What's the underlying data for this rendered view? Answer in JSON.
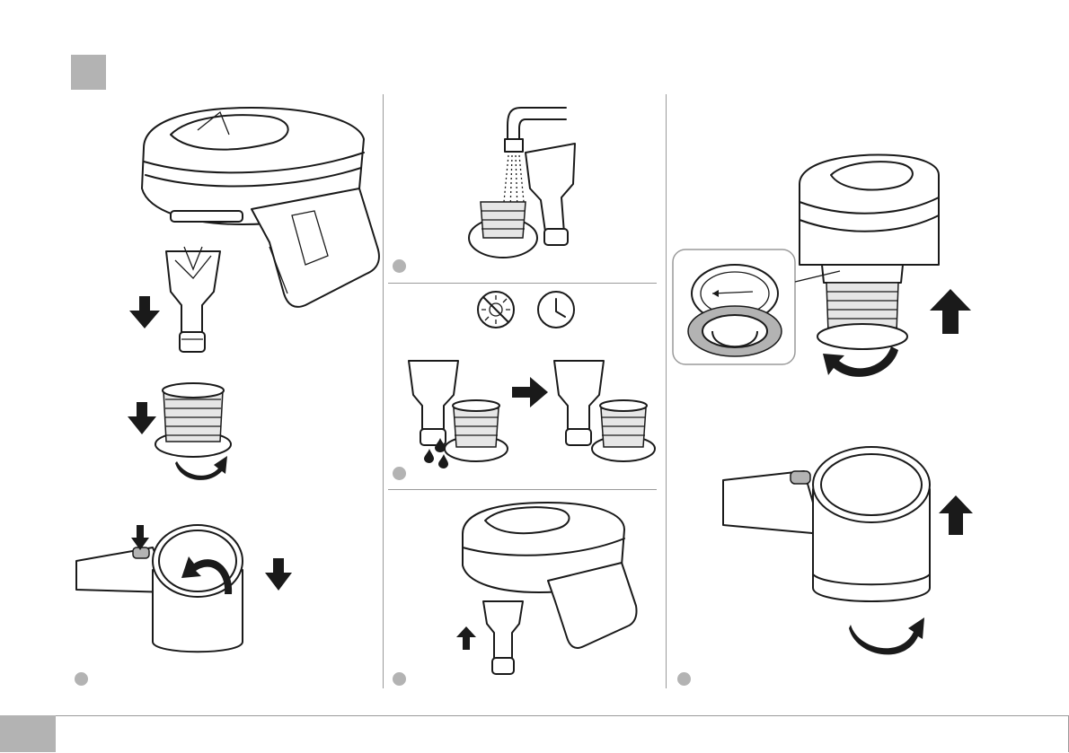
{
  "page": {
    "accent_color": "#b3b3b3",
    "line_color": "#1a1a1a",
    "background_color": "#ffffff"
  },
  "panels": [
    {
      "id": "left",
      "steps": [
        "remove-cyclone",
        "remove-filter-basket",
        "open-dust-bin"
      ]
    },
    {
      "id": "middle",
      "steps": [
        "rinse-filters",
        "dry-filters",
        "reinsert-cyclone"
      ]
    },
    {
      "id": "right",
      "steps": [
        "reattach-filter-basket",
        "close-dust-bin"
      ]
    }
  ],
  "icons": [
    "no-sunlight-icon",
    "clock-icon",
    "water-drops-icon",
    "arrow-down-icon",
    "arrow-up-icon",
    "arrow-right-icon",
    "rotate-arrow-icon"
  ]
}
